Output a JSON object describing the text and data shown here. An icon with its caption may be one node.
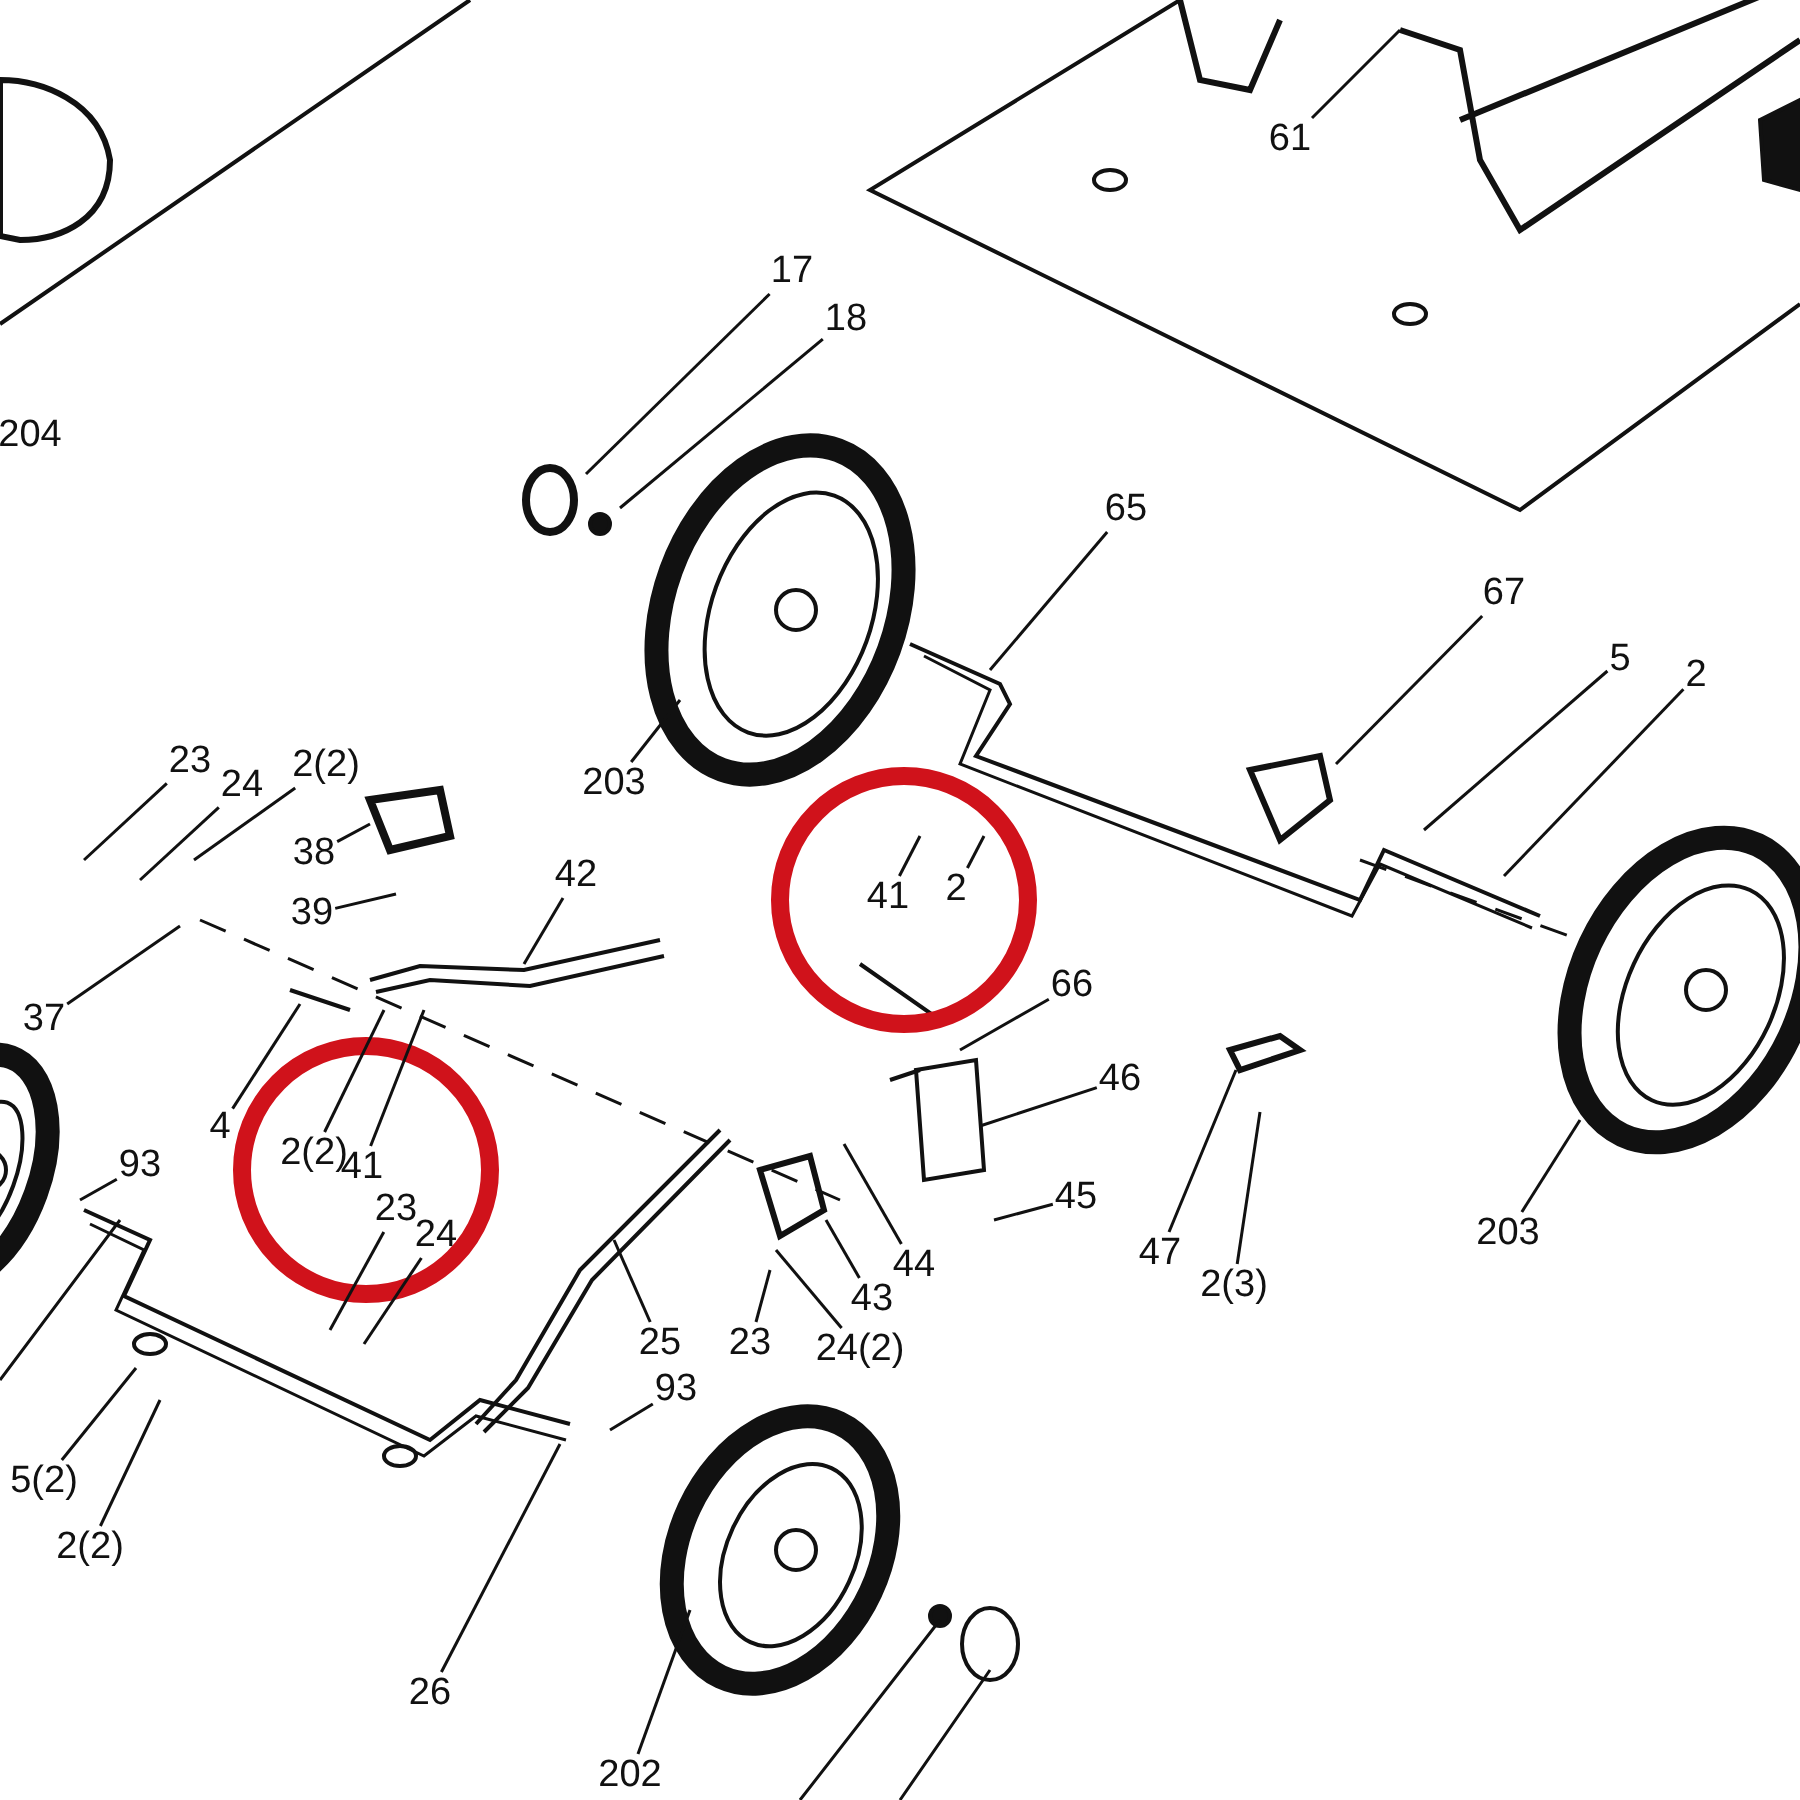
{
  "diagram": {
    "nodes": [
      {
        "text": [
          "61"
        ]
      },
      {
        "text": [
          "17"
        ]
      },
      {
        "text": [
          "18"
        ]
      },
      {
        "text": [
          "65"
        ]
      },
      {
        "text": [
          "67"
        ]
      },
      {
        "text": [
          "5"
        ]
      },
      {
        "text": [
          "2"
        ]
      },
      {
        "text": [
          "23"
        ]
      },
      {
        "text": [
          "24"
        ]
      },
      {
        "text": [
          "2(2)"
        ]
      },
      {
        "text": [
          "203"
        ]
      },
      {
        "text": [
          "38"
        ]
      },
      {
        "text": [
          "42"
        ]
      },
      {
        "text": [
          "41"
        ]
      },
      {
        "text": [
          "2"
        ]
      },
      {
        "text": [
          "39"
        ]
      },
      {
        "text": [
          "66"
        ]
      },
      {
        "text": [
          "37"
        ]
      },
      {
        "text": [
          "46"
        ]
      },
      {
        "text": [
          "4"
        ]
      },
      {
        "text": [
          "2(2)"
        ]
      },
      {
        "text": [
          "41"
        ]
      },
      {
        "text": [
          "93"
        ]
      },
      {
        "text": [
          "45"
        ]
      },
      {
        "text": [
          "23"
        ]
      },
      {
        "text": [
          "24"
        ]
      },
      {
        "text": [
          "47"
        ]
      },
      {
        "text": [
          "203"
        ]
      },
      {
        "text": [
          "2(3)"
        ]
      },
      {
        "text": [
          "43"
        ]
      },
      {
        "text": [
          "44"
        ]
      },
      {
        "text": [
          "25"
        ]
      },
      {
        "text": [
          "23"
        ]
      },
      {
        "text": [
          "24(2)"
        ]
      },
      {
        "text": [
          "93"
        ]
      },
      {
        "text": [
          "5(2)"
        ]
      },
      {
        "text": [
          "2(2)"
        ]
      },
      {
        "text": [
          "26"
        ]
      },
      {
        "text": [
          "202"
        ]
      }
    ],
    "edges": [
      {
        "from": 0,
        "to": null,
        "arrow": "none"
      },
      {
        "from": 1,
        "to": null,
        "arrow": "none"
      },
      {
        "from": 2,
        "to": null,
        "arrow": "none"
      },
      {
        "from": 3,
        "to": null,
        "arrow": "none"
      },
      {
        "from": 4,
        "to": null,
        "arrow": "none"
      },
      {
        "from": 5,
        "to": null,
        "arrow": "none"
      },
      {
        "from": 6,
        "to": null,
        "arrow": "none"
      },
      {
        "from": 7,
        "to": null,
        "arrow": "none"
      },
      {
        "from": 8,
        "to": null,
        "arrow": "none"
      },
      {
        "from": 9,
        "to": null,
        "arrow": "none"
      },
      {
        "from": 10,
        "to": null,
        "arrow": "none"
      },
      {
        "from": 11,
        "to": null,
        "arrow": "none"
      },
      {
        "from": 12,
        "to": null,
        "arrow": "none"
      },
      {
        "from": 13,
        "to": null,
        "arrow": "none"
      },
      {
        "from": 14,
        "to": null,
        "arrow": "none"
      },
      {
        "from": 15,
        "to": null,
        "arrow": "none"
      },
      {
        "from": 16,
        "to": null,
        "arrow": "none"
      },
      {
        "from": 17,
        "to": null,
        "arrow": "none"
      },
      {
        "from": 18,
        "to": null,
        "arrow": "none"
      },
      {
        "from": 19,
        "to": null,
        "arrow": "none"
      },
      {
        "from": 20,
        "to": null,
        "arrow": "none"
      },
      {
        "from": 21,
        "to": null,
        "arrow": "none"
      },
      {
        "from": 22,
        "to": null,
        "arrow": "none"
      },
      {
        "from": 23,
        "to": null,
        "arrow": "none"
      },
      {
        "from": 24,
        "to": null,
        "arrow": "none"
      },
      {
        "from": 25,
        "to": null,
        "arrow": "none"
      },
      {
        "from": 26,
        "to": null,
        "arrow": "none"
      },
      {
        "from": 27,
        "to": null,
        "arrow": "none"
      },
      {
        "from": 28,
        "to": null,
        "arrow": "none"
      },
      {
        "from": 29,
        "to": null,
        "arrow": "none"
      },
      {
        "from": 30,
        "to": null,
        "arrow": "none"
      },
      {
        "from": 31,
        "to": null,
        "arrow": "none"
      },
      {
        "from": 32,
        "to": null,
        "arrow": "none"
      },
      {
        "from": 33,
        "to": null,
        "arrow": "none"
      },
      {
        "from": 34,
        "to": null,
        "arrow": "none"
      },
      {
        "from": 35,
        "to": null,
        "arrow": "none"
      },
      {
        "from": 36,
        "to": null,
        "arrow": "none"
      },
      {
        "from": 37,
        "to": null,
        "arrow": "none"
      },
      {
        "from": 38,
        "to": null,
        "arrow": "none"
      }
    ],
    "labels": [
      "204"
    ]
  }
}
